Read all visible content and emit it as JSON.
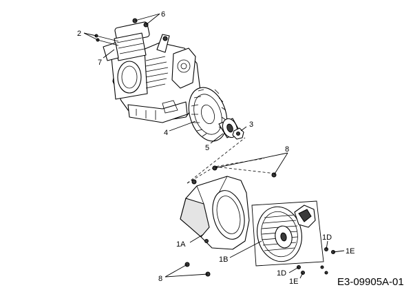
{
  "labels": {
    "l1": "6",
    "l2": "2",
    "l3": "7",
    "l4": "4",
    "l5": "3",
    "l6": "5",
    "l7": "8",
    "l8": "1A",
    "l9": "1B",
    "l10": "1D",
    "l11": "1E",
    "l12": "8",
    "l13": "1D",
    "l14": "1E"
  },
  "drawing_code": "E3-09905A-01"
}
